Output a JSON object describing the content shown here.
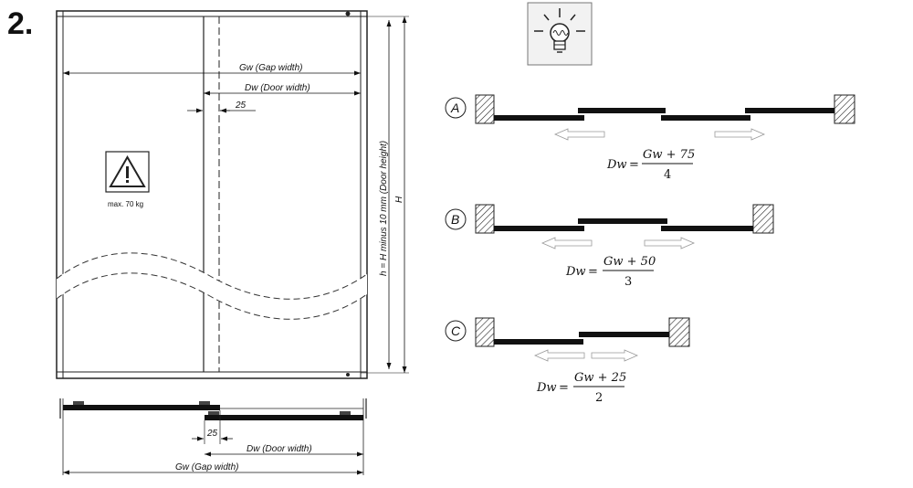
{
  "step_number": "2.",
  "front_view": {
    "gap_width_label": "Gw   (Gap width)",
    "door_width_label": "Dw   (Door width)",
    "overlap_value": "25",
    "height_label": "H",
    "door_height_label": "h = H minus 10 mm   (Door height)",
    "weight_limit": "max. 70 kg"
  },
  "top_view": {
    "overlap_value": "25",
    "door_width_label": "Dw   (Door width)",
    "gap_width_label": "Gw   (Gap width)"
  },
  "icons": {
    "tip": "lightbulb-idea-icon",
    "warning": "warning-triangle-icon"
  },
  "configurations": [
    {
      "letter": "A",
      "lhs": "Dw",
      "numerator": "Gw + 75",
      "denominator": "4"
    },
    {
      "letter": "B",
      "lhs": "Dw",
      "numerator": "Gw + 50",
      "denominator": "3"
    },
    {
      "letter": "C",
      "lhs": "Dw",
      "numerator": "Gw + 25",
      "denominator": "2"
    }
  ]
}
